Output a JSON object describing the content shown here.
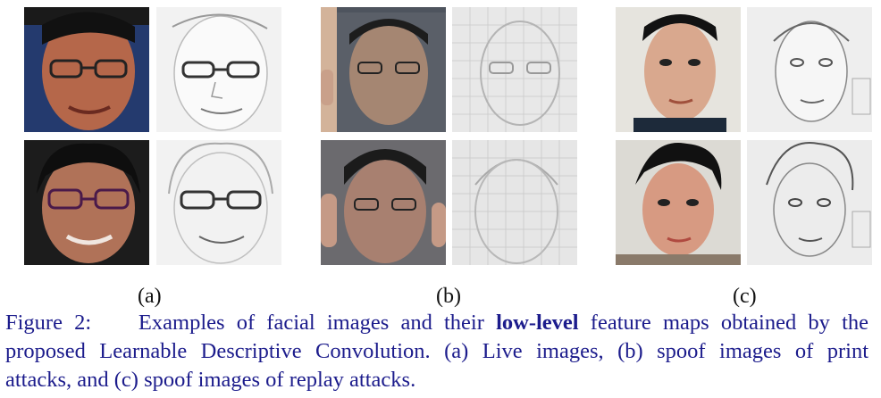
{
  "panels": [
    {
      "label": "(a)",
      "description_icons": [
        "live-face-photo",
        "live-feature-map"
      ]
    },
    {
      "label": "(b)",
      "description_icons": [
        "print-attack-photo",
        "print-attack-feature-map"
      ]
    },
    {
      "label": "(c)",
      "description_icons": [
        "replay-attack-photo",
        "replay-attack-feature-map"
      ]
    }
  ],
  "caption": {
    "prefix": "Figure 2:",
    "before_bold": "Examples of facial images and their",
    "bold": "low-level",
    "after_bold": "feature maps obtained by the",
    "line2": "proposed Learnable Descriptive Convolution. (a) Live images, (b) spoof images of print",
    "line3": "attacks, and (c) spoof images of replay attacks."
  },
  "colors": {
    "caption": "#1c1c8c",
    "live_bg": "#2a3a6a",
    "print_bg": "#5a5e66",
    "replay_bg": "#e4e2dc"
  }
}
